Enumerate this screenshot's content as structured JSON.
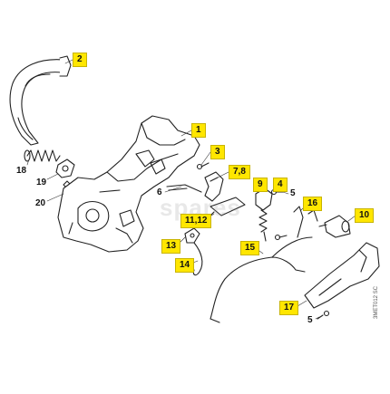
{
  "diagram": {
    "watermark": "spares",
    "reference_code": "3MET012 SC",
    "callouts": [
      {
        "id": "c2",
        "label": "2",
        "highlight": true
      },
      {
        "id": "c1",
        "label": "1",
        "highlight": true
      },
      {
        "id": "c3",
        "label": "3",
        "highlight": true
      },
      {
        "id": "c78",
        "label": "7,8",
        "highlight": true
      },
      {
        "id": "c6",
        "label": "6",
        "highlight": false
      },
      {
        "id": "c9",
        "label": "9",
        "highlight": true
      },
      {
        "id": "c4",
        "label": "4",
        "highlight": true
      },
      {
        "id": "c5a",
        "label": "5",
        "highlight": false
      },
      {
        "id": "c16",
        "label": "16",
        "highlight": true
      },
      {
        "id": "c10",
        "label": "10",
        "highlight": true
      },
      {
        "id": "c1112",
        "label": "11,12",
        "highlight": true
      },
      {
        "id": "c13",
        "label": "13",
        "highlight": true
      },
      {
        "id": "c14",
        "label": "14",
        "highlight": true
      },
      {
        "id": "c15",
        "label": "15",
        "highlight": true
      },
      {
        "id": "c17",
        "label": "17",
        "highlight": true
      },
      {
        "id": "c5b",
        "label": "5",
        "highlight": false
      },
      {
        "id": "c18",
        "label": "18",
        "highlight": false
      },
      {
        "id": "c19",
        "label": "19",
        "highlight": false
      },
      {
        "id": "c20",
        "label": "20",
        "highlight": false
      }
    ]
  }
}
